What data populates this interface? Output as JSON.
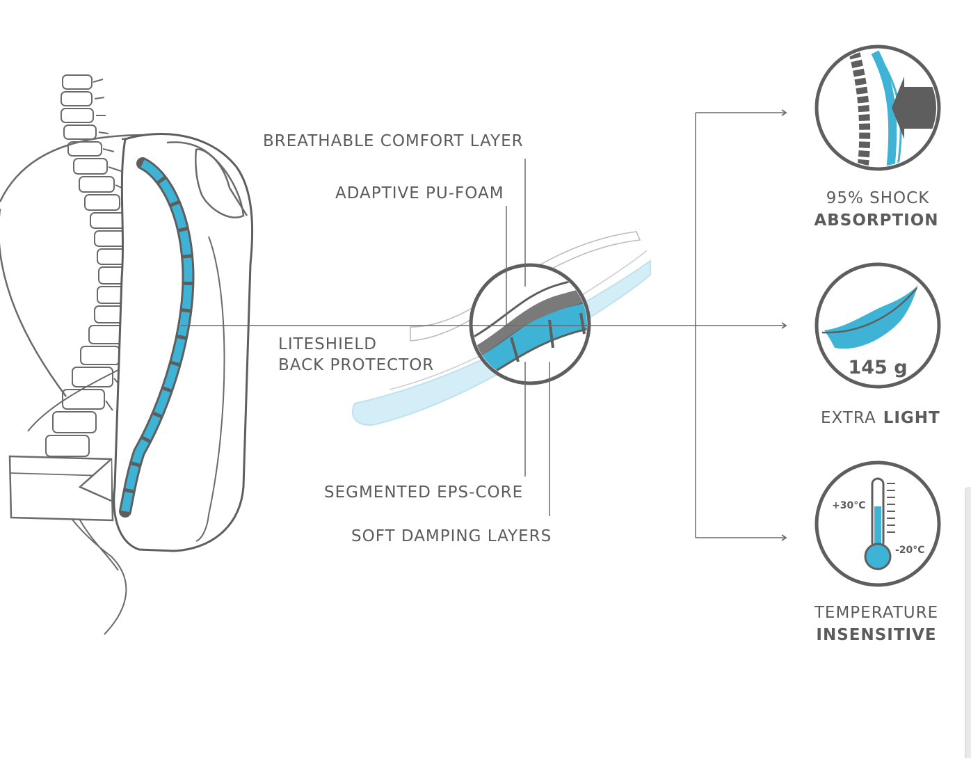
{
  "labels": {
    "breathable": "BREATHABLE COMFORT LAYER",
    "pu_foam": "ADAPTIVE PU-FOAM",
    "liteshield_line1": "LITESHIELD",
    "liteshield_line2": "BACK PROTECTOR",
    "eps_core": "SEGMENTED EPS-CORE",
    "damping": "SOFT DAMPING LAYERS"
  },
  "features": [
    {
      "line1": "95% SHOCK",
      "line2": "ABSORPTION",
      "icon": "spine-shock-icon"
    },
    {
      "value": "145 g",
      "line1": "EXTRA",
      "line1b": "LIGHT",
      "icon": "feather-icon"
    },
    {
      "line1": "TEMPERATURE",
      "line2": "INSENSITIVE",
      "icon": "thermometer-icon",
      "temp_high": "+30°C",
      "temp_low": "-20°C"
    }
  ],
  "colors": {
    "accent": "#3fb3d6",
    "line": "#5e5e5e",
    "light_accent": "#d4eef8"
  }
}
